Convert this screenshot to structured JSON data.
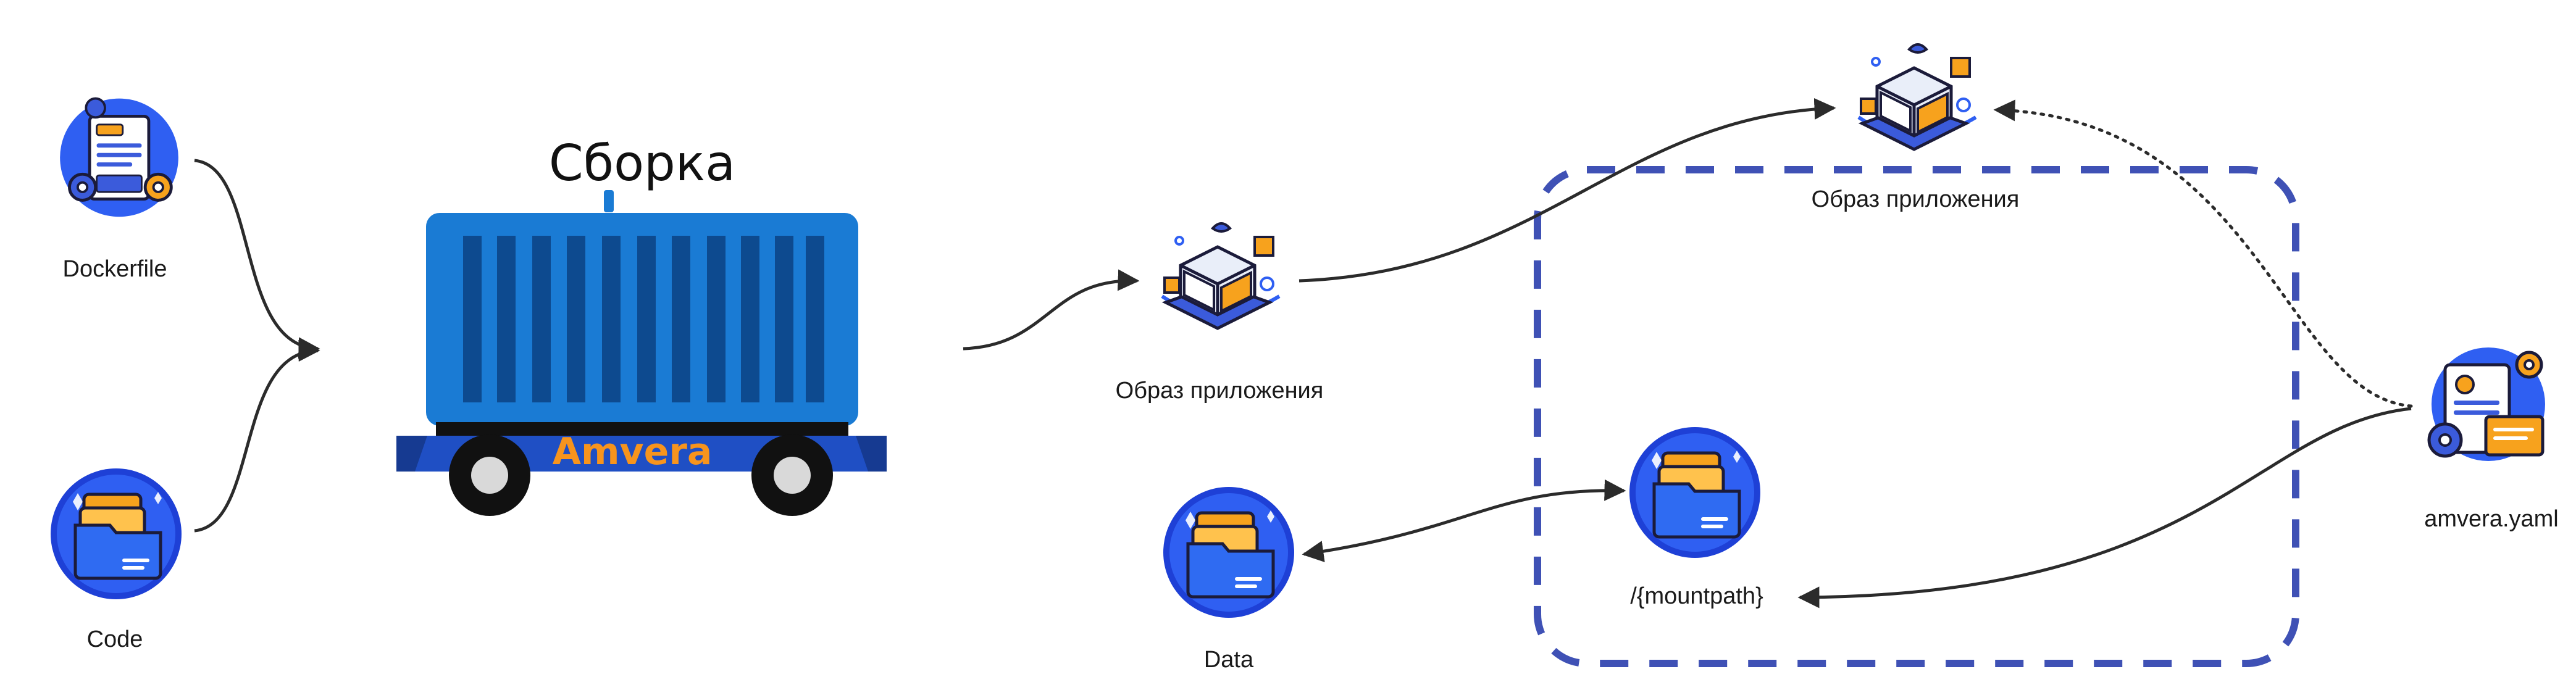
{
  "build": {
    "title": "Сборка",
    "brand": "Amvera"
  },
  "labels": {
    "dockerfile": "Dockerfile",
    "code": "Code",
    "app_image_mid": "Образ приложения",
    "app_image_top": "Образ приложения",
    "data": "Data",
    "mountpath": "/{mountpath}",
    "config": "amvera.yaml"
  },
  "icons": {
    "dockerfile": "document-gear-icon",
    "code": "folder-icon",
    "app_image": "container-ship-icon",
    "data": "folder-icon",
    "mountpath": "folder-icon",
    "config": "config-file-gear-icon"
  },
  "colors": {
    "container_blue": "#1a7bd4",
    "container_stripe": "#0d4a8f",
    "brand_orange": "#f7941d",
    "boundary": "#3f51b5",
    "connector": "#2b2b2b",
    "icon_orange": "#f7a21d"
  }
}
